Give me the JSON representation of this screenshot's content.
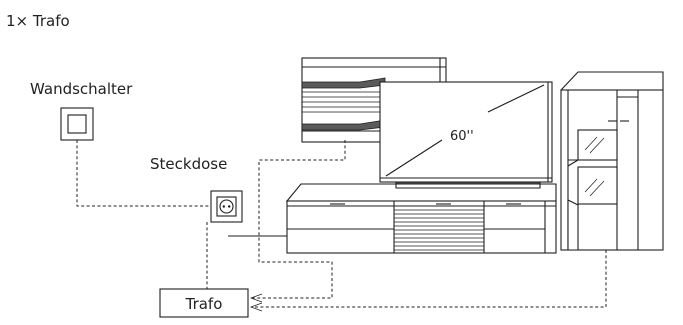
{
  "header": {
    "quantity_label": "1× Trafo"
  },
  "labels": {
    "wall_switch": "Wandschalter",
    "socket": "Steckdose",
    "transformer": "Trafo",
    "tv_size": "60''"
  },
  "colors": {
    "line": "#1e1e1e",
    "dark_shelf": "#5a5a5a",
    "background": "#ffffff"
  },
  "icons": {
    "wall_switch": "square-switch-icon",
    "socket": "socket-outlet-icon"
  }
}
